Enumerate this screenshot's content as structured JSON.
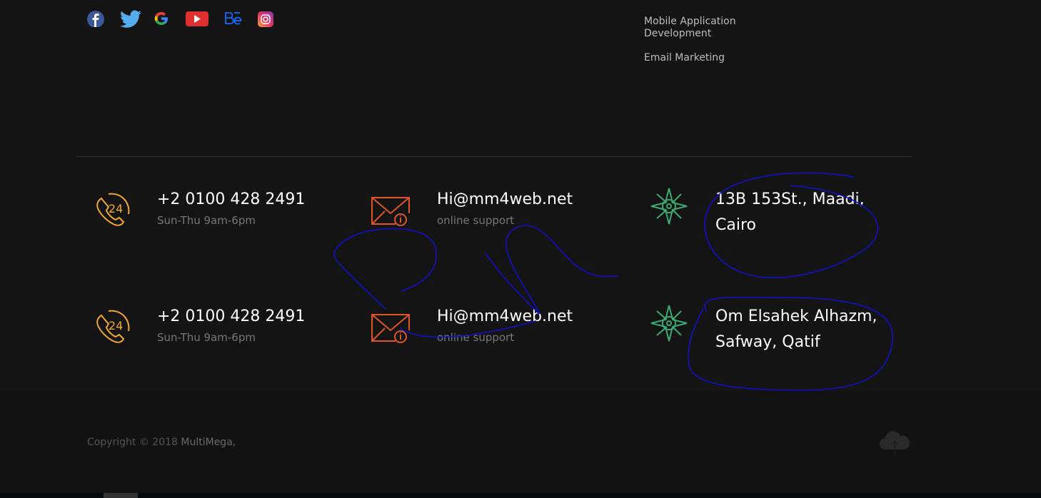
{
  "social": [
    "facebook-icon",
    "twitter-icon",
    "google-icon",
    "youtube-icon",
    "behance-icon",
    "instagram-icon"
  ],
  "services": [
    "Mobile Application Development",
    "Email Marketing"
  ],
  "contacts": [
    {
      "phone": "+2 0100 428 2491",
      "hours": "Sun-Thu 9am-6pm",
      "email": "Hi@mm4web.net",
      "email_sub": "online support",
      "address": "13B 153St., Maadi, Cairo"
    },
    {
      "phone": "+2 0100 428 2491",
      "hours": "Sun-Thu 9am-6pm",
      "email": "Hi@mm4web.net",
      "email_sub": "online support",
      "address": "Om Elsahek Alhazm, Safway, Qatif"
    }
  ],
  "footer": {
    "copyright": "Copyright © 2018 ",
    "brand": "MultiMega,"
  },
  "colors": {
    "phone": "#f0a830",
    "email": "#e0542a",
    "address": "#3aaa70",
    "annotation": "#1010d0"
  }
}
